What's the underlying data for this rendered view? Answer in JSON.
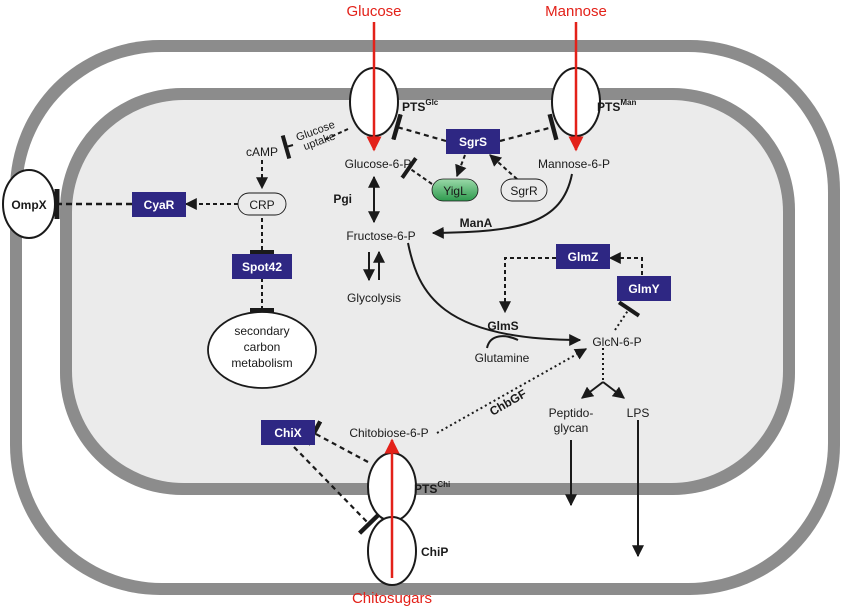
{
  "inputs": {
    "glucose": "Glucose",
    "mannose": "Mannose",
    "chitosugars": "Chitosugars"
  },
  "transporters": {
    "pts_glc": {
      "base": "PTS",
      "sup": "Glc"
    },
    "pts_man": {
      "base": "PTS",
      "sup": "Man"
    },
    "pts_chi": {
      "base": "PTS",
      "sup": "Chi"
    },
    "chip": "ChiP",
    "ompx": "OmpX"
  },
  "srnas": {
    "sgrs": "SgrS",
    "cyar": "CyaR",
    "spot42": "Spot42",
    "glmz": "GlmZ",
    "glmy": "GlmY",
    "chix": "ChiX"
  },
  "proteins": {
    "yigl": "YigL",
    "sgrr": "SgrR",
    "crp": "CRP"
  },
  "metabolites": {
    "camp": "cAMP",
    "glucose_uptake": [
      "Glucose",
      "uptake"
    ],
    "glucose6p": "Glucose-6-P",
    "mannose6p": "Mannose-6-P",
    "fructose6p": "Fructose-6-P",
    "glycolysis": "Glycolysis",
    "secondary": [
      "secondary",
      "carbon",
      "metabolism"
    ],
    "glutamine": "Glutamine",
    "glcn6p": "GlcN-6-P",
    "chitobiose6p": "Chitobiose-6-P",
    "peptidoglycan": [
      "Peptido-",
      "glycan"
    ],
    "lps": "LPS"
  },
  "enzymes": {
    "pgi": "Pgi",
    "mana": "ManA",
    "glms": "GlmS",
    "chbgf": "ChbGF"
  },
  "colors": {
    "membrane": "#8c8c8c",
    "periplasm": "#ffffff",
    "cytoplasm": "#ebebeb",
    "srna": "#2e2783",
    "sugar_input": "#e32119",
    "yigl": "#3fae5f"
  }
}
